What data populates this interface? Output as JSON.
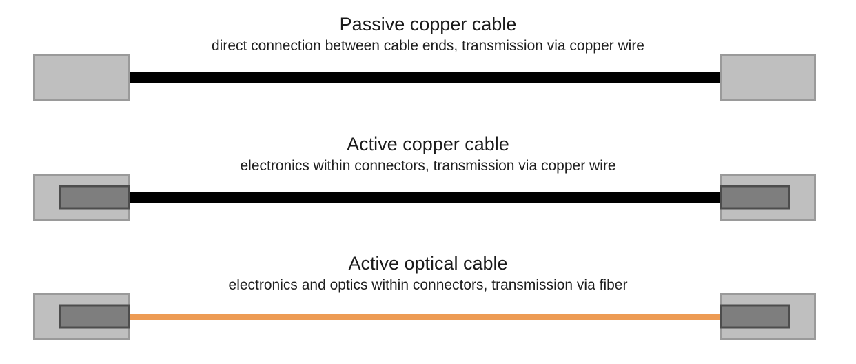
{
  "diagram": {
    "description": "Comparison of cable types",
    "colors": {
      "connector_fill": "#bfbfbf",
      "connector_border": "#9a9a9a",
      "electronics_module_fill": "#7e7e7e",
      "electronics_module_border": "#4d4d4d",
      "copper_cable": "#000000",
      "fiber_cable": "#ed9b54",
      "text": "#1a1a1a"
    },
    "rows": [
      {
        "title": "Passive copper cable",
        "subtitle": "direct connection between cable ends, transmission via copper wire",
        "cable_hex": "#000000",
        "cable_thickness_px": 15,
        "electronics_in_connectors": false
      },
      {
        "title": "Active copper cable",
        "subtitle": "electronics within connectors, transmission via copper wire",
        "cable_hex": "#000000",
        "cable_thickness_px": 15,
        "electronics_in_connectors": true
      },
      {
        "title": "Active optical cable",
        "subtitle": "electronics and optics within connectors, transmission via fiber",
        "cable_hex": "#ed9b54",
        "cable_thickness_px": 9,
        "electronics_in_connectors": true
      }
    ]
  }
}
